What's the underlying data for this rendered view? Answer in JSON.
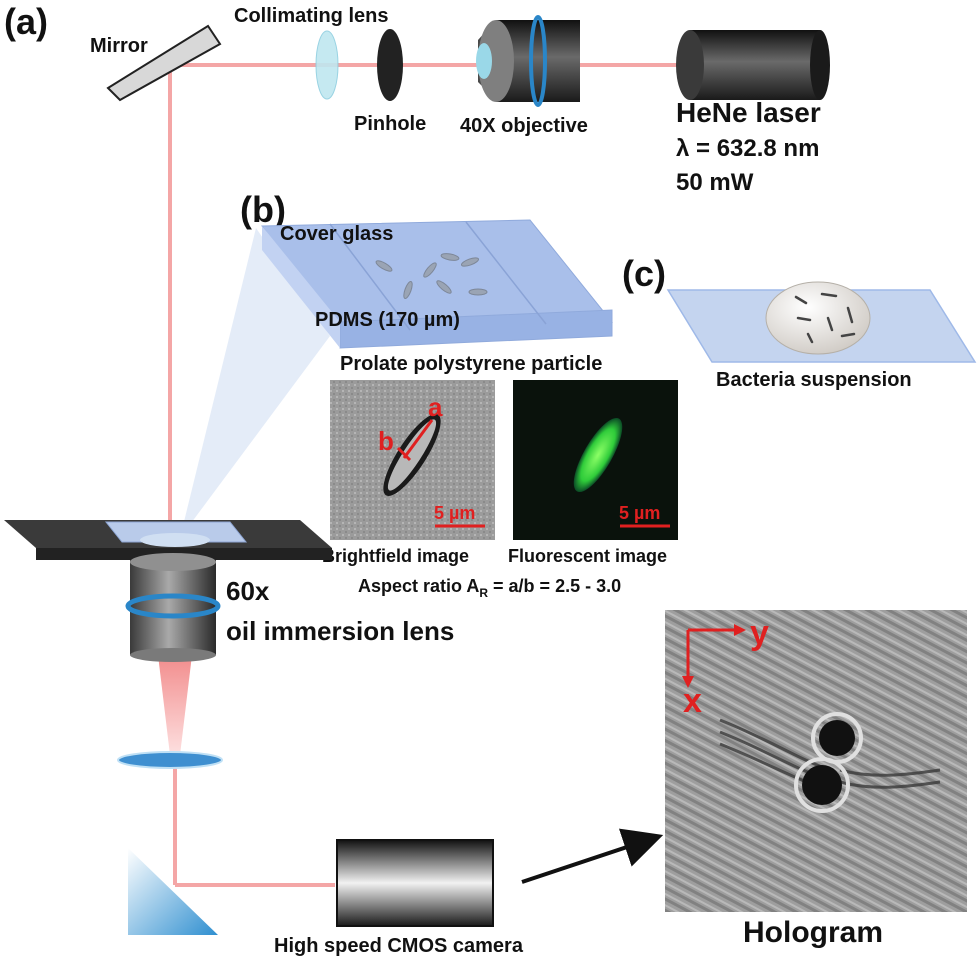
{
  "panels": {
    "a": "(a)",
    "b": "(b)",
    "c": "(c)"
  },
  "labels": {
    "mirror": "Mirror",
    "collimating_lens": "Collimating lens",
    "pinhole": "Pinhole",
    "objective_40x": "40X objective",
    "laser_name": "HeNe laser",
    "laser_wavelength": "λ = 632.8 nm",
    "laser_power": "50 mW",
    "cover_glass": "Cover glass",
    "pdms": "PDMS (170 µm)",
    "particle_title": "Prolate polystyrene particle",
    "axis_a": "a",
    "axis_b": "b",
    "scale_bf": "5 µm",
    "scale_fl": "5 µm",
    "brightfield": "Brightfield image",
    "fluorescent": "Fluorescent image",
    "aspect_prefix": "Aspect ratio A",
    "aspect_sub": "R",
    "aspect_suffix": " = a/b = 2.5 - 3.0",
    "bacteria": "Bacteria suspension",
    "lens_60x_line1": "60x",
    "lens_60x_line2": "oil immersion lens",
    "axis_x": "x",
    "axis_y": "y",
    "camera": "High speed CMOS camera",
    "hologram": "Hologram"
  },
  "colors": {
    "beam": "#f4a6a6",
    "accent_red": "#e02020",
    "glass_blue": "#9fb9e8",
    "ring_blue": "#2a86c8"
  }
}
